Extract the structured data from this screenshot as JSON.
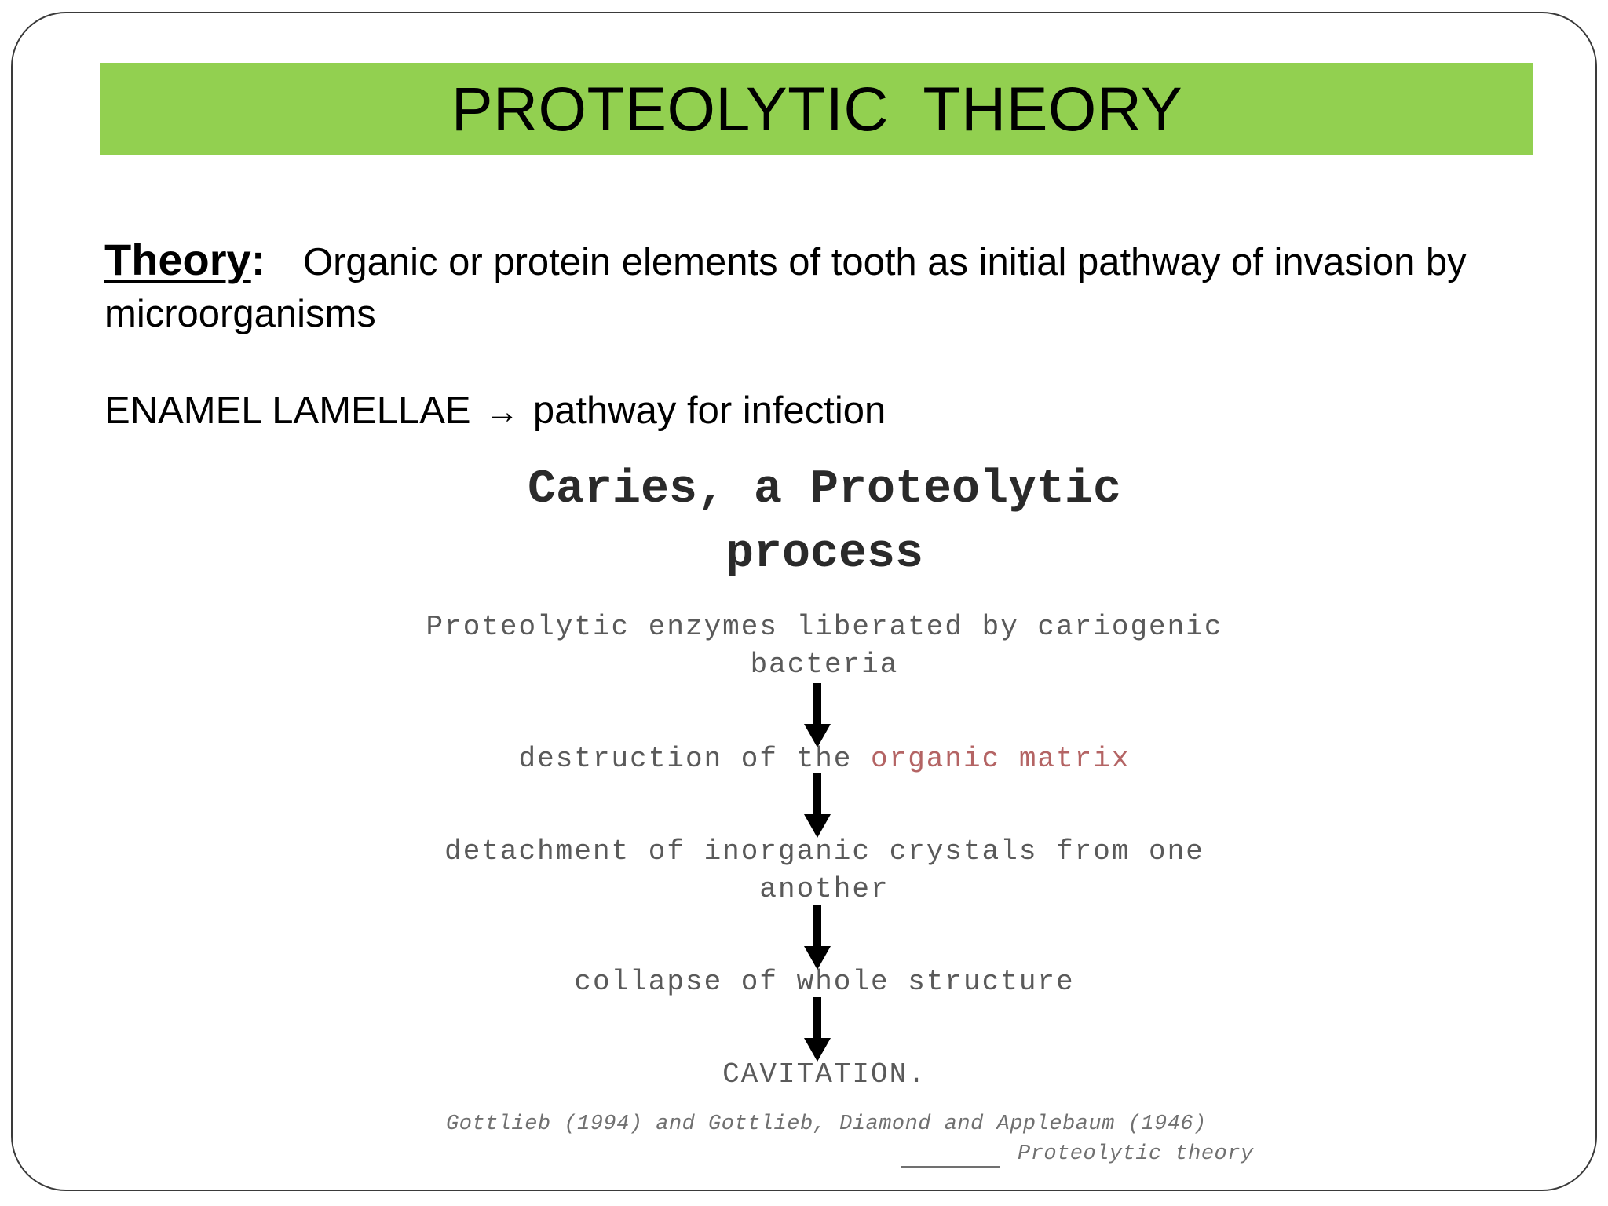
{
  "slide": {
    "title": "PROTEOLYTIC  THEORY",
    "title_bar_color": "#92d050",
    "frame_color": "#3a3a3a"
  },
  "theory": {
    "label": "Theory",
    "colon": ":",
    "text": "Organic or protein elements of tooth as initial pathway of invasion by microorganisms"
  },
  "enamel": {
    "term": "ENAMEL LAMELLAE",
    "arrow_icon": "right-arrow-icon",
    "arrow_glyph": "→",
    "result": "pathway for infection"
  },
  "figure": {
    "title_line1": "Caries, a Proteolytic",
    "title_line2": "process",
    "steps": {
      "s1_line1": "Proteolytic enzymes liberated by cariogenic",
      "s1_line2": "bacteria",
      "s2_pre": "destruction of the ",
      "s2_highlight": "organic matrix",
      "s3_line1": "detachment of inorganic crystals from one",
      "s3_line2": "another",
      "s4": "collapse of whole structure",
      "s5": "CAVITATION."
    },
    "highlight_color": "#b46464",
    "arrow_icon": "down-arrow-icon",
    "credit_line1": "Gottlieb (1994) and Gottlieb, Diamond and Applebaum (1946)",
    "credit_line2": "Proteolytic theory"
  }
}
